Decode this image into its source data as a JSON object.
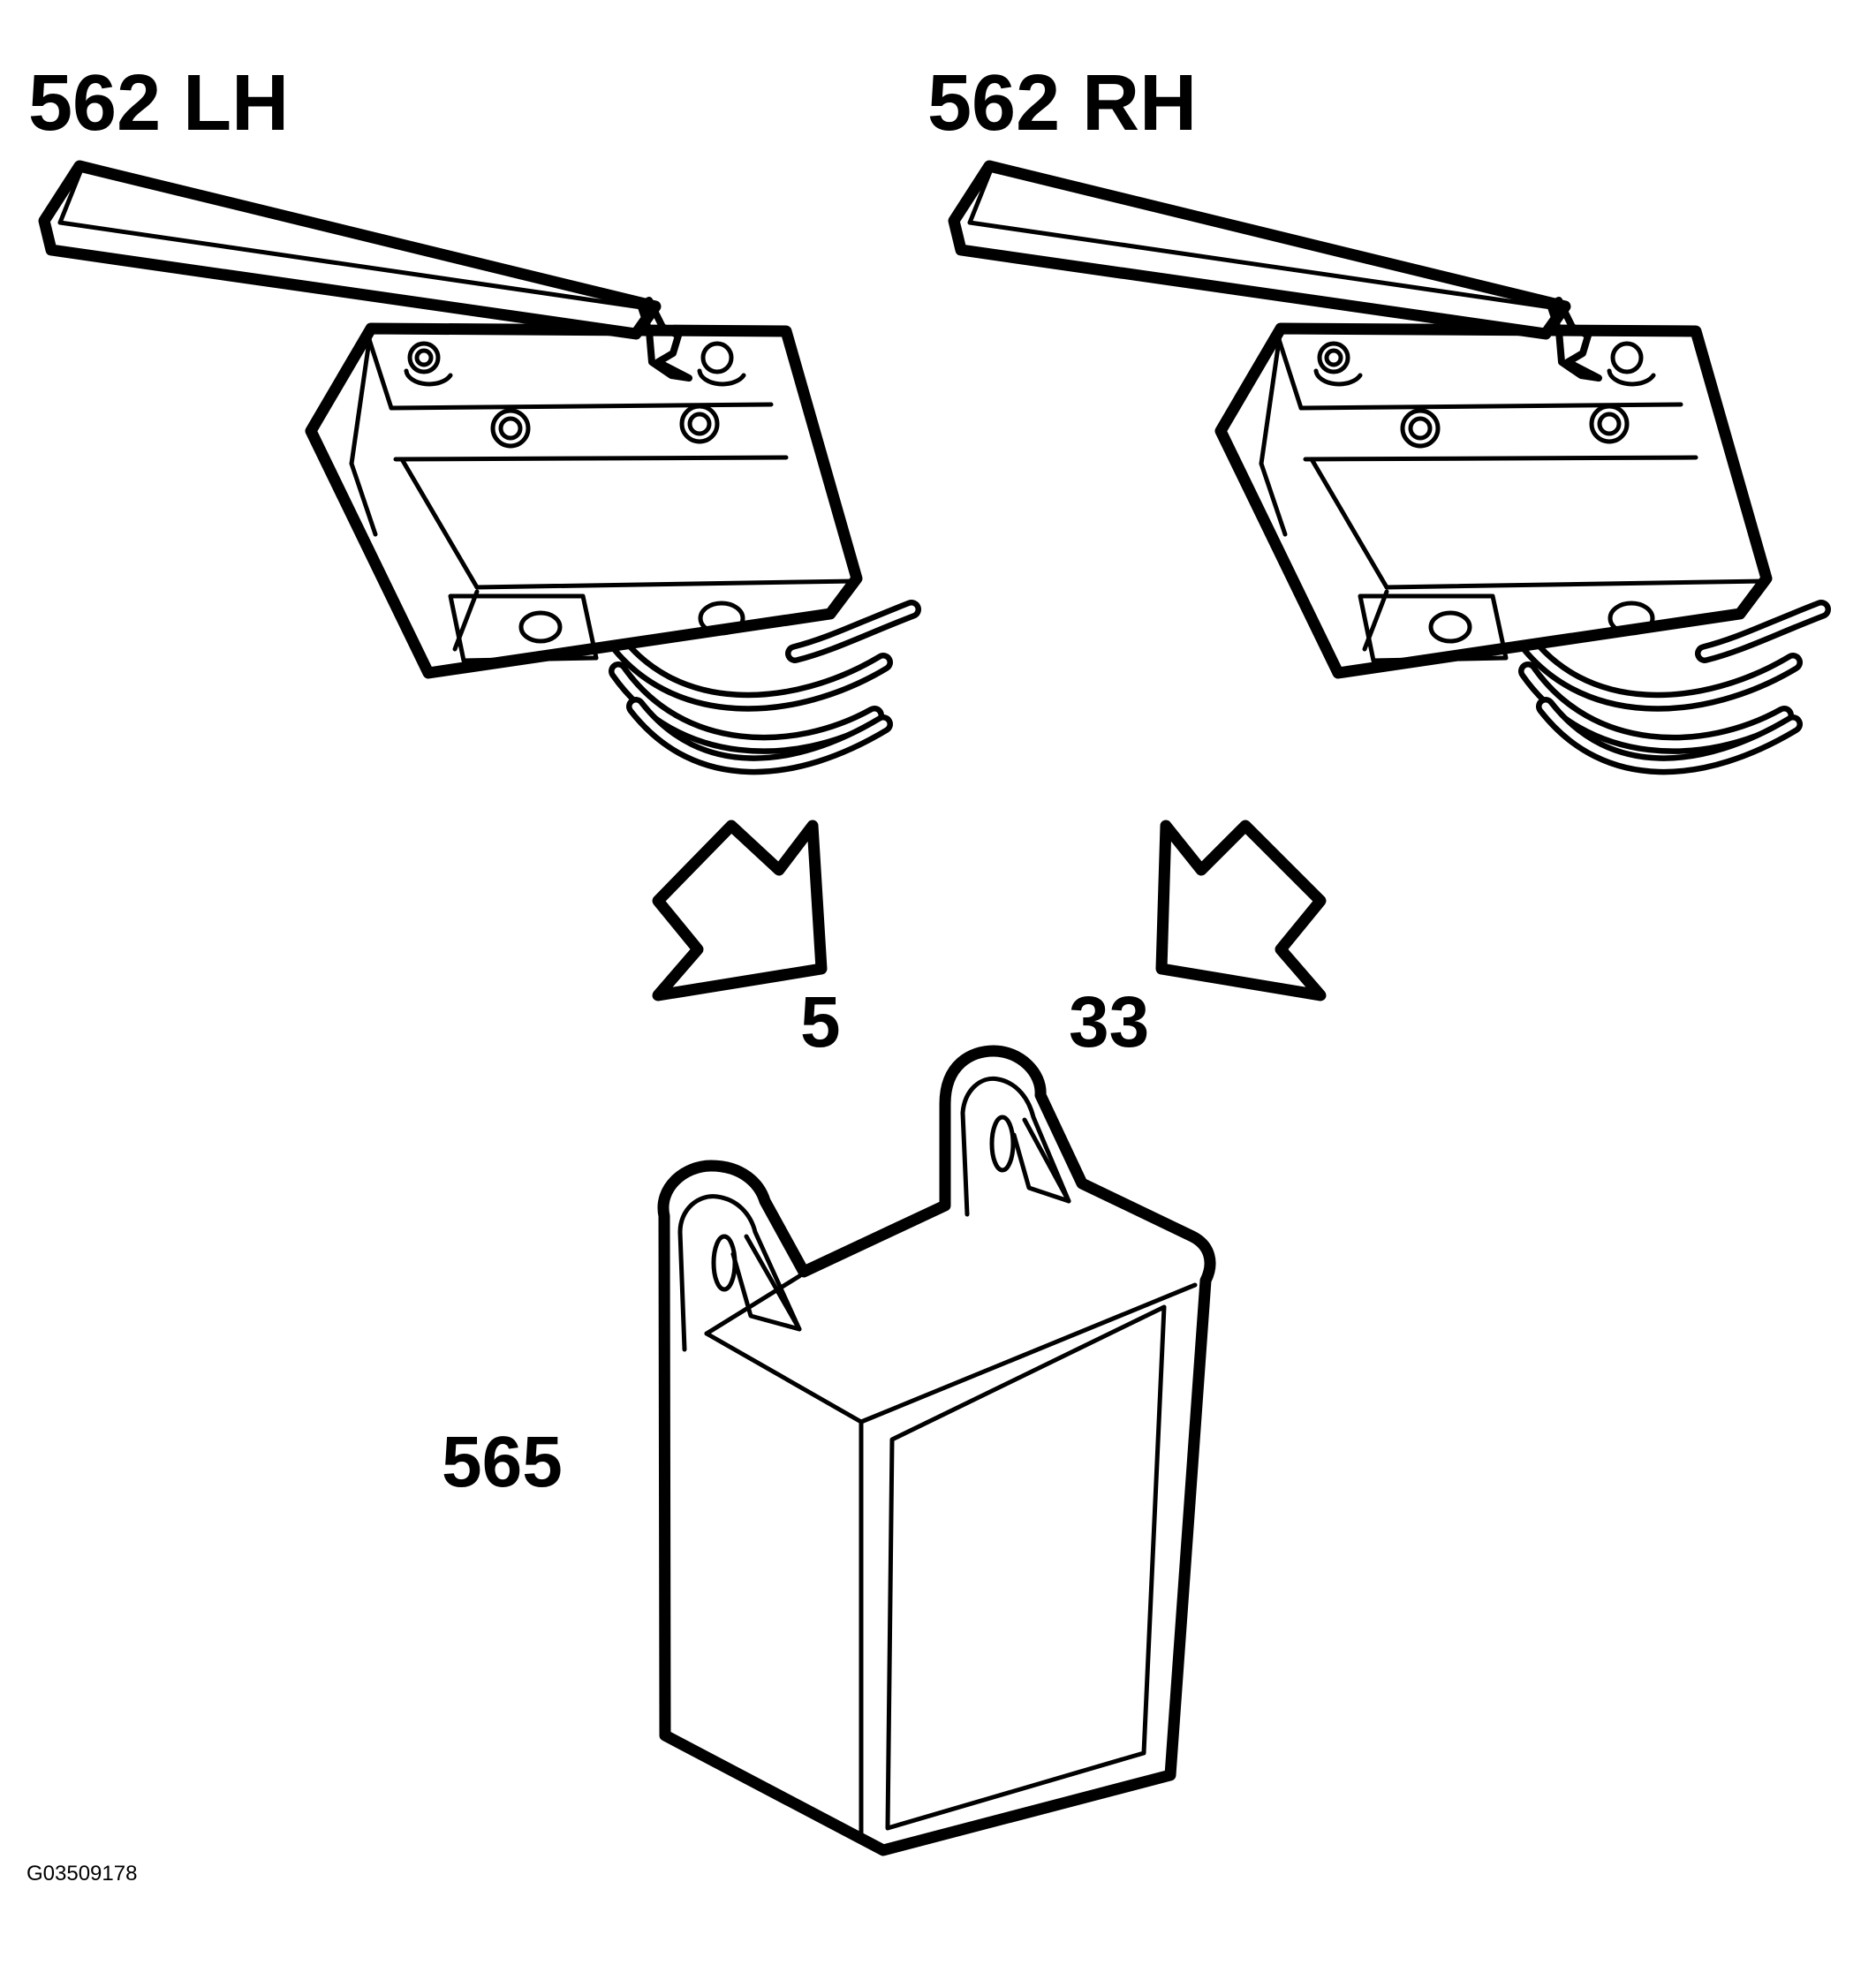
{
  "labels": {
    "switch_left": "562 LH",
    "switch_right": "562 RH",
    "arrow_left": "5",
    "arrow_right": "33",
    "module": "565",
    "figure_code": "G03509178"
  },
  "colors": {
    "line": "#000000",
    "background": "#ffffff"
  },
  "components": {
    "switch_left_icon": "micro-switch-icon",
    "switch_right_icon": "micro-switch-icon",
    "module_icon": "relay-module-icon",
    "arrow_icon": "outline-arrow-icon"
  }
}
